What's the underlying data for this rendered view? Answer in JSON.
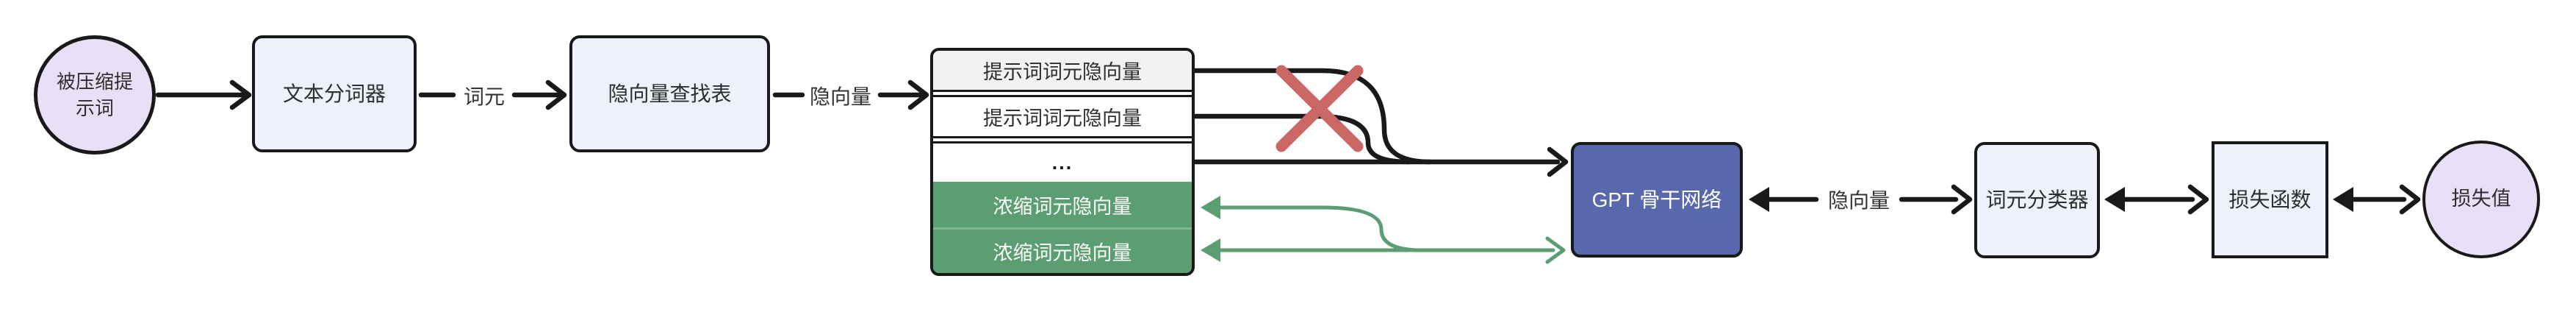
{
  "nodes": {
    "compressed_prompt": {
      "label": "被压缩提示词",
      "shape": "circle"
    },
    "tokenizer": {
      "label": "文本分词器",
      "shape": "rounded-rect"
    },
    "embedding_lookup": {
      "label": "隐向量查找表",
      "shape": "rounded-rect"
    },
    "gpt_backbone": {
      "label": "GPT 骨干网络",
      "shape": "rounded-rect"
    },
    "token_classifier": {
      "label": "词元分类器",
      "shape": "rounded-rect"
    },
    "loss_function": {
      "label": "损失函数",
      "shape": "rect"
    },
    "loss_value": {
      "label": "损失值",
      "shape": "circle"
    }
  },
  "edge_labels": {
    "token": "词元",
    "embedding_in": "隐向量",
    "embedding_out": "隐向量"
  },
  "embedding_table": {
    "rows": [
      {
        "label": "提示词词元隐向量",
        "type": "prompt"
      },
      {
        "label": "提示词词元隐向量",
        "type": "prompt"
      },
      {
        "label": "...",
        "type": "ellipsis"
      },
      {
        "label": "浓缩词元隐向量",
        "type": "condensed"
      },
      {
        "label": "浓缩词元隐向量",
        "type": "condensed"
      }
    ]
  },
  "colors": {
    "node_fill_blue": "#ECF1FB",
    "node_fill_purple": "#E9DFF7",
    "gpt_fill": "#5868AC",
    "condensed_green": "#5B9E71",
    "reject_red": "#CB6765",
    "line_black": "#191919"
  }
}
